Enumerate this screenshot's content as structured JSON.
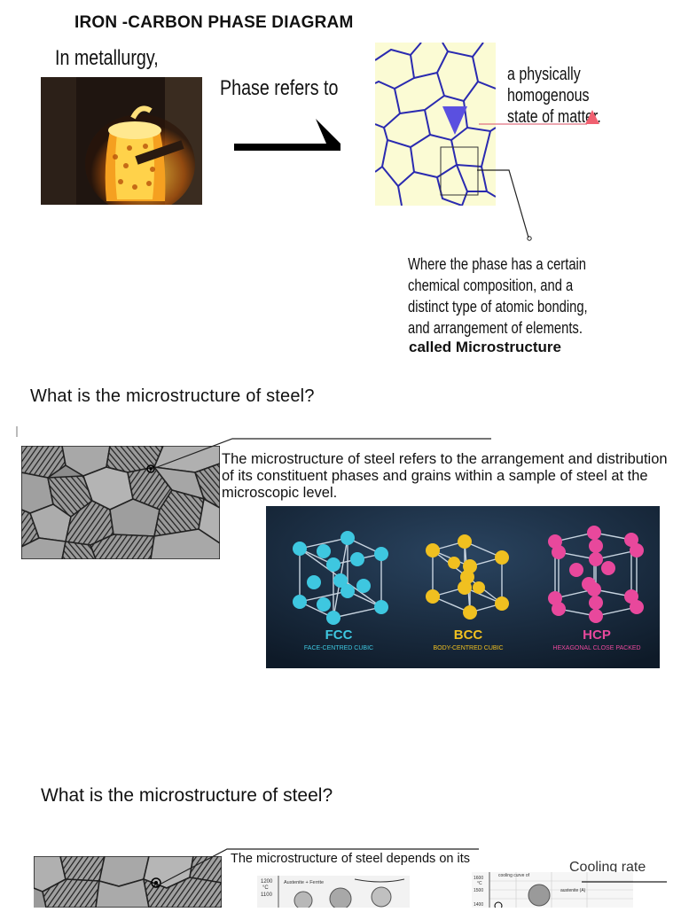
{
  "header": {
    "title": "IRON -CARBON PHASE  DIAGRAM"
  },
  "intro": {
    "text": "In metallurgy,"
  },
  "phase": {
    "label": "Phase refers to",
    "definition_line1": "a physically homogenous",
    "definition_line2": "state of matter."
  },
  "composition": {
    "line1": "Where the phase has a certain",
    "line2": "chemical composition, and a",
    "line3": "distinct type of atomic bonding,",
    "line4": "and arrangement of elements.",
    "called": "called Microstructure"
  },
  "section1": {
    "question": "What is the microstructure of steel?",
    "description": "The microstructure of steel refers to the arrangement and distribution of its constituent phases and grains within a sample of steel at the microscopic level."
  },
  "crystals": {
    "fcc": {
      "name": "FCC",
      "full": "FACE-CENTRED CUBIC",
      "color": "#3ec7e0"
    },
    "bcc": {
      "name": "BCC",
      "full": "BODY-CENTRED CUBIC",
      "color": "#f0c020"
    },
    "hcp": {
      "name": "HCP",
      "full": "HEXAGONAL CLOSE PACKED",
      "color": "#e8489c"
    }
  },
  "section2": {
    "question": "What is the microstructure of steel?",
    "description": "The microstructure of steel depends on its",
    "cooling_label": "Cooling rate"
  },
  "chart_left": {
    "ticks": [
      "1200",
      "°C",
      "1100"
    ],
    "label": "Austenite + Ferrite"
  },
  "chart_right": {
    "ticks": [
      "1600",
      "°C",
      "1500",
      "1400"
    ],
    "title": "cooling curve of",
    "label": "austenite (A)"
  }
}
